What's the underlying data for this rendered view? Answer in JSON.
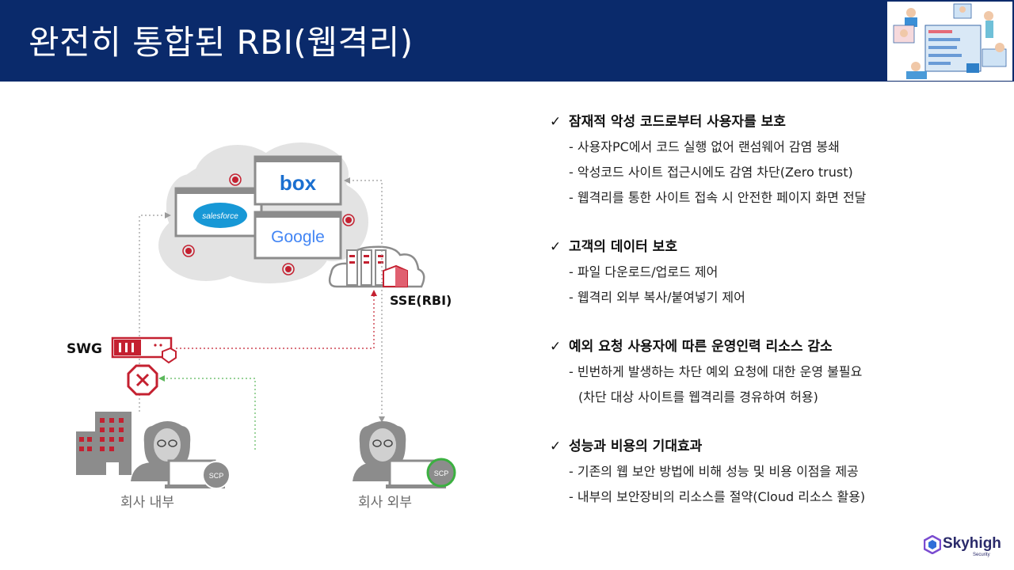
{
  "header": {
    "title": "완전히 통합된 RBI(웹격리)",
    "illustration_icon": "team-collaboration-illustration-icon"
  },
  "diagram": {
    "labels": {
      "swg": "SWG",
      "sse": "SSE(RBI)",
      "internal": "회사 내부",
      "external": "회사 외부",
      "scp": "SCP"
    },
    "apps": {
      "box": "box",
      "salesforce": "salesforce",
      "google": "Google"
    },
    "colors": {
      "red": "#c42030",
      "green": "#5cb85c",
      "gray": "#7a7a7a"
    }
  },
  "sections": [
    {
      "title": "잠재적 악성 코드로부터 사용자를 보호",
      "items": [
        "- 사용자PC에서 코드 실행 없어 랜섬웨어 감염 봉쇄",
        "- 악성코드 사이트 접근시에도 감염 차단(Zero trust)",
        "- 웹격리를 통한 사이트 접속 시 안전한 페이지 화면 전달"
      ]
    },
    {
      "title": "고객의 데이터 보호",
      "items": [
        "- 파일 다운로드/업로드 제어",
        "- 웹격리 외부 복사/붙여넣기 제어"
      ]
    },
    {
      "title": "예외 요청 사용자에 따른 운영인력 리소스 감소",
      "items": [
        "- 빈번하게 발생하는 차단 예외 요청에 대한 운영 불필요",
        "(차단 대상 사이트를 웹격리를 경유하여 허용)"
      ]
    },
    {
      "title": "성능과 비용의 기대효과",
      "items": [
        "- 기존의 웹 보안 방법에 비해 성능 및 비용 이점을 제공",
        "- 내부의 보안장비의 리소스를 절약(Cloud 리소스 활용)"
      ]
    }
  ],
  "checkmark": "✓",
  "logo": {
    "name": "Skyhigh",
    "sub": "Security"
  }
}
